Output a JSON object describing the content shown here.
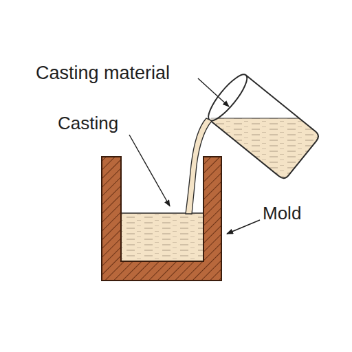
{
  "diagram": {
    "labels": [
      "Casting material",
      "Casting",
      "Mold"
    ]
  }
}
